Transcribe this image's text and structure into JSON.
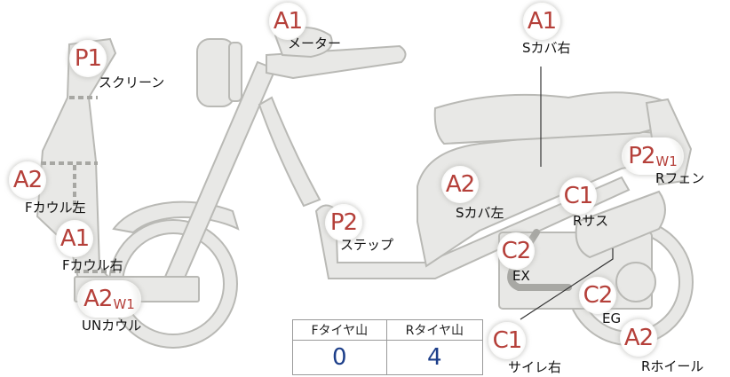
{
  "parts": [
    {
      "id": "meter",
      "grade": "A1",
      "sub": "",
      "label": "メーター"
    },
    {
      "id": "s-cover-right",
      "grade": "A1",
      "sub": "",
      "label": "Sカバ右"
    },
    {
      "id": "screen",
      "grade": "P1",
      "sub": "",
      "label": "スクリーン"
    },
    {
      "id": "r-fender",
      "grade": "P2",
      "sub": "W1",
      "label": "Rフェン"
    },
    {
      "id": "f-cowl-left",
      "grade": "A2",
      "sub": "",
      "label": "Fカウル左"
    },
    {
      "id": "s-cover-left",
      "grade": "A2",
      "sub": "",
      "label": "Sカバ左"
    },
    {
      "id": "r-suspension",
      "grade": "C1",
      "sub": "",
      "label": "Rサス"
    },
    {
      "id": "f-cowl-right",
      "grade": "A1",
      "sub": "",
      "label": "Fカウル右"
    },
    {
      "id": "step",
      "grade": "P2",
      "sub": "",
      "label": "ステップ"
    },
    {
      "id": "exhaust",
      "grade": "C2",
      "sub": "",
      "label": "EX"
    },
    {
      "id": "un-cowl",
      "grade": "A2",
      "sub": "W1",
      "label": "UNカウル"
    },
    {
      "id": "engine",
      "grade": "C2",
      "sub": "",
      "label": "EG"
    },
    {
      "id": "silencer-right",
      "grade": "C1",
      "sub": "",
      "label": "サイレ右"
    },
    {
      "id": "r-wheel",
      "grade": "A2",
      "sub": "",
      "label": "Rホイール"
    }
  ],
  "tread": {
    "front_header": "Fタイヤ山",
    "rear_header": "Rタイヤ山",
    "front_value": "0",
    "rear_value": "4"
  }
}
